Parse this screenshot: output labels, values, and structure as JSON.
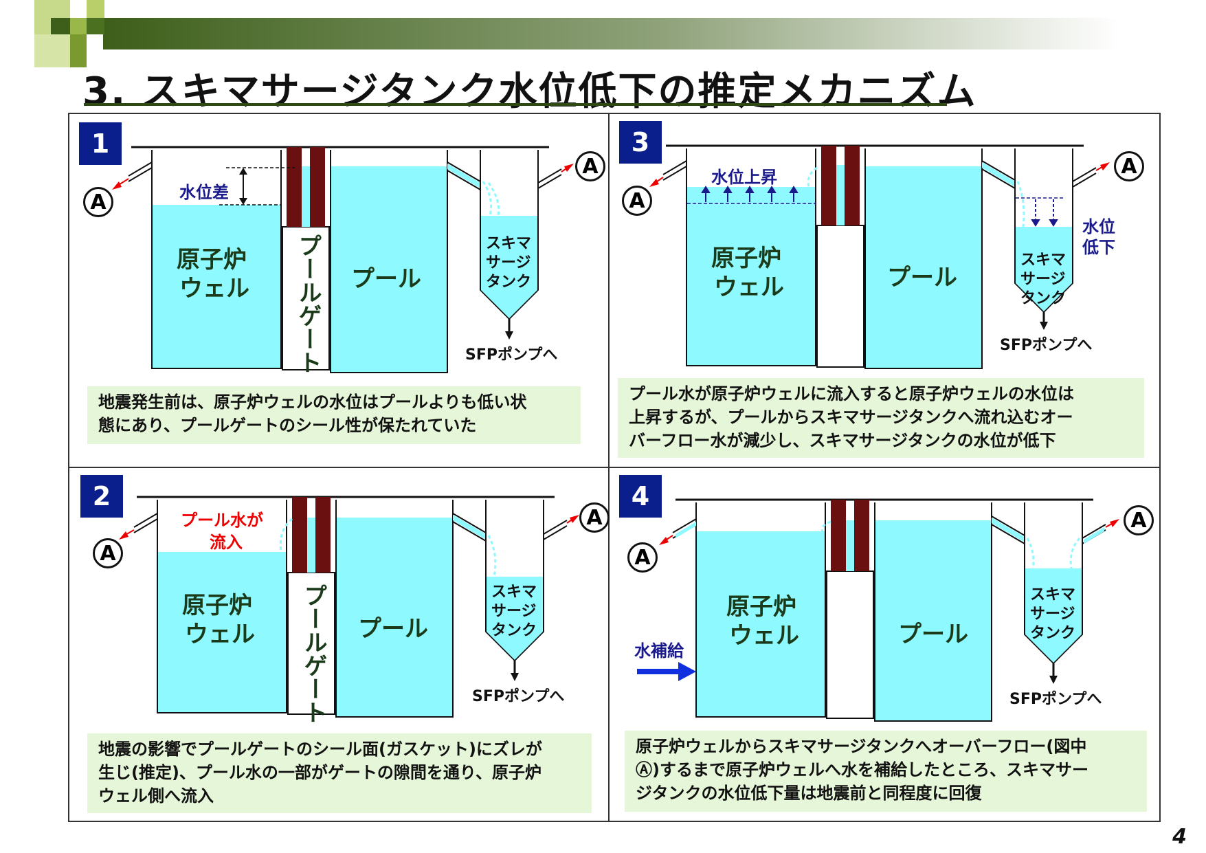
{
  "title": "3. スキマサージタンク水位低下の推定メカニズム",
  "page_number": "4",
  "colors": {
    "water": "#8ef9ff",
    "gate": "#6b1010",
    "number_box": "#0b1f8c",
    "caption_bg": "#e6f6d8"
  },
  "common": {
    "marker_a": "A",
    "reactor_well_line1": "原子炉",
    "reactor_well_line2": "ウェル",
    "pool": "プール",
    "pool_gate": "プールゲート",
    "skimmer_line1": "スキマ",
    "skimmer_line2": "サージ",
    "skimmer_line3": "タンク",
    "sfp_pump": "SFPポンプへ"
  },
  "panels": [
    {
      "number": "1",
      "annotation": "水位差",
      "caption_lines": [
        "地震発生前は、原子炉ウェルの水位はプールよりも低い状",
        "態にあり、プールゲートのシール性が保たれていた"
      ]
    },
    {
      "number": "2",
      "annotation_line1": "プール水が",
      "annotation_line2": "流入",
      "caption_lines": [
        "地震の影響でプールゲートのシール面(ガスケット)にズレが",
        "生じ(推定)、プール水の一部がゲートの隙間を通り、原子炉",
        "ウェル側へ流入"
      ]
    },
    {
      "number": "3",
      "annotation": "水位上昇",
      "annotation2_line1": "水位",
      "annotation2_line2": "低下",
      "caption_lines": [
        "プール水が原子炉ウェルに流入すると原子炉ウェルの水位は",
        "上昇するが、プールからスキマサージタンクへ流れ込むオー",
        "バーフロー水が減少し、スキマサージタンクの水位が低下"
      ]
    },
    {
      "number": "4",
      "annotation": "水補給",
      "caption_lines": [
        "原子炉ウェルからスキマサージタンクへオーバーフロー(図中",
        "Ⓐ)するまで原子炉ウェルへ水を補給したところ、スキマサー",
        "ジタンクの水位低下量は地震前と同程度に回復"
      ]
    }
  ]
}
